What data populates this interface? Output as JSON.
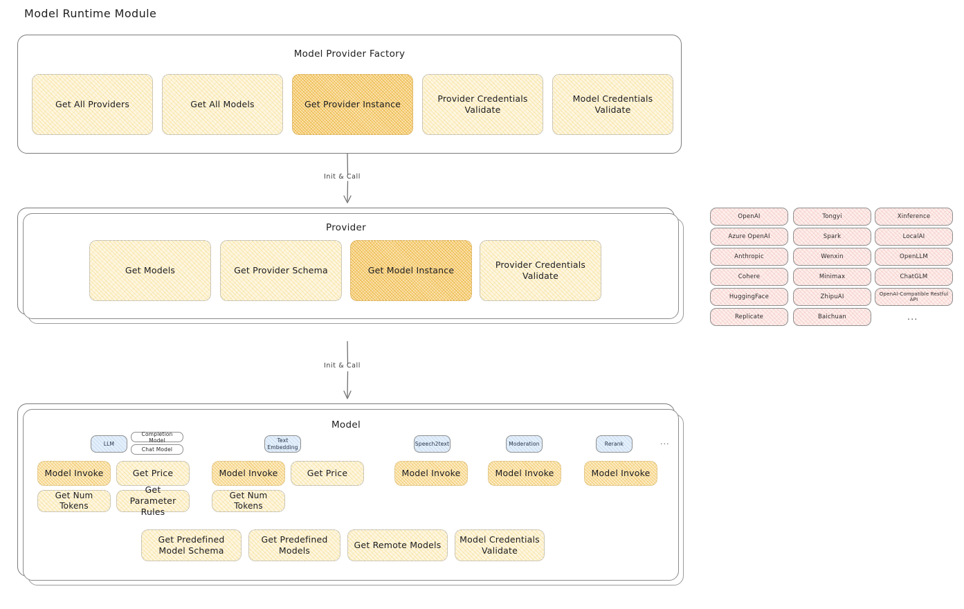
{
  "page": {
    "title": "Model Runtime Module"
  },
  "factory": {
    "title": "Model Provider Factory",
    "nodes": [
      {
        "label": "Get All Providers",
        "highlight": false
      },
      {
        "label": "Get All Models",
        "highlight": false
      },
      {
        "label": "Get Provider Instance",
        "highlight": true
      },
      {
        "label": "Provider Credentials Validate",
        "highlight": false
      },
      {
        "label": "Model Credentials Validate",
        "highlight": false
      }
    ]
  },
  "arrows": [
    {
      "label": "Init & Call"
    },
    {
      "label": "Init & Call"
    }
  ],
  "provider": {
    "title": "Provider",
    "nodes": [
      {
        "label": "Get Models",
        "highlight": false
      },
      {
        "label": "Get Provider Schema",
        "highlight": false
      },
      {
        "label": "Get Model Instance",
        "highlight": true
      },
      {
        "label": "Provider Credentials Validate",
        "highlight": false
      }
    ]
  },
  "provider_list": {
    "columns": [
      [
        "OpenAI",
        "Azure OpenAI",
        "Anthropic",
        "Cohere",
        "HuggingFace",
        "Replicate"
      ],
      [
        "Tongyi",
        "Spark",
        "Wenxin",
        "Minimax",
        "ZhipuAI",
        "Baichuan"
      ],
      [
        "Xinference",
        "LocalAI",
        "OpenLLM",
        "ChatGLM",
        "OpenAI-Compatible Restful API"
      ]
    ],
    "more": "..."
  },
  "model": {
    "title": "Model",
    "more": "...",
    "types": [
      {
        "badge": "LLM",
        "tags": [
          "Completion Model",
          "Chat Model"
        ],
        "ops": [
          {
            "label": "Model Invoke",
            "emphasis": true
          },
          {
            "label": "Get Price",
            "emphasis": false
          },
          {
            "label": "Get Num Tokens",
            "emphasis": false
          },
          {
            "label": "Get Parameter Rules",
            "emphasis": false
          }
        ]
      },
      {
        "badge": "Text Embedding",
        "tags": [],
        "ops": [
          {
            "label": "Model Invoke",
            "emphasis": true
          },
          {
            "label": "Get Price",
            "emphasis": false
          },
          {
            "label": "Get Num Tokens",
            "emphasis": false
          }
        ]
      },
      {
        "badge": "Speech2text",
        "tags": [],
        "ops": [
          {
            "label": "Model Invoke",
            "emphasis": true
          }
        ]
      },
      {
        "badge": "Moderation",
        "tags": [],
        "ops": [
          {
            "label": "Model Invoke",
            "emphasis": true
          }
        ]
      },
      {
        "badge": "Rerank",
        "tags": [],
        "ops": [
          {
            "label": "Model Invoke",
            "emphasis": true
          }
        ]
      }
    ],
    "shared_ops": [
      "Get Predefined Model Schema",
      "Get Predefined Models",
      "Get Remote Models",
      "Model Credentials Validate"
    ]
  },
  "colors": {
    "node_fill": "#fdf6e0",
    "node_highlight": "#fbe6b4",
    "chip_fill": "#fdeeec",
    "badge_fill": "#e4effa",
    "stroke": "#7a7a7a",
    "text": "#1b1b1f"
  }
}
